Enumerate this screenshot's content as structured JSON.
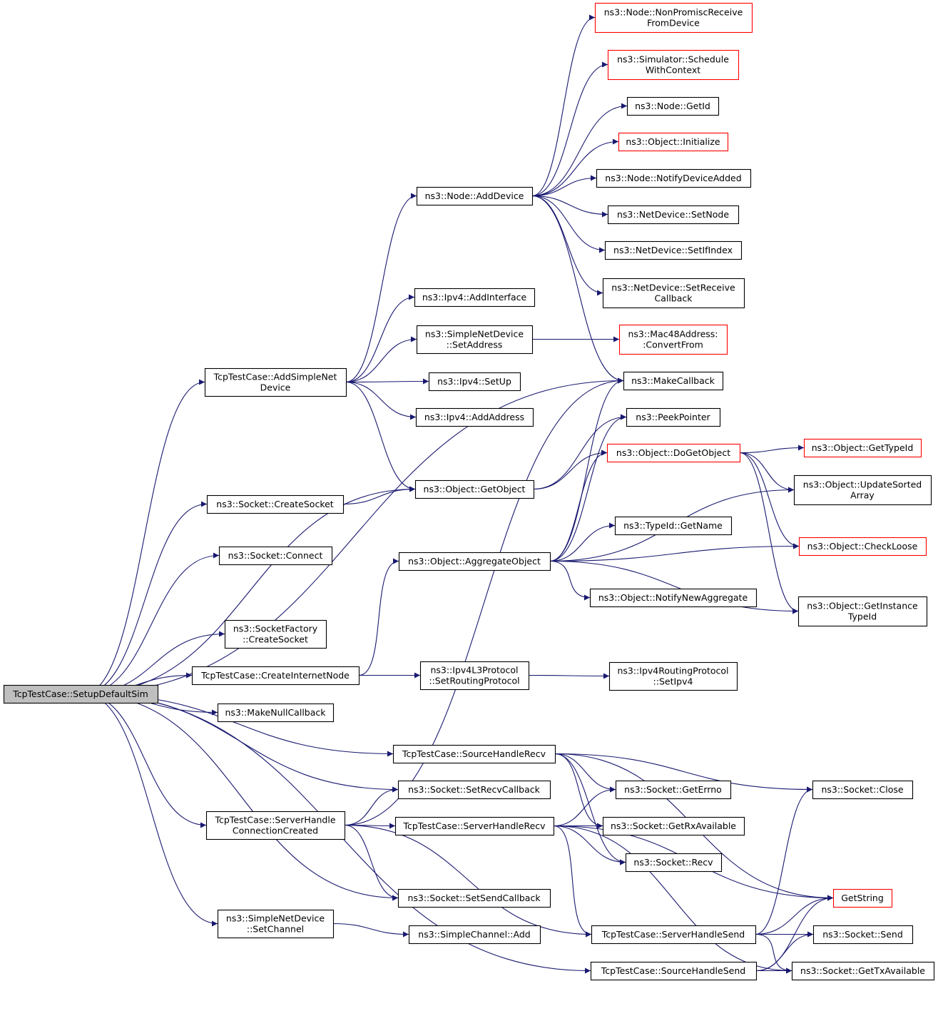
{
  "colors": {
    "edge": "#191970",
    "node_border": "#000000",
    "node_border_truncated": "#ff0000",
    "root_fill": "#bfbfbf"
  },
  "nodes": [
    {
      "id": "root",
      "lines": [
        "TcpTestCase::SetupDefaultSim"
      ],
      "kind": "root"
    },
    {
      "id": "addsimplenetdevice",
      "lines": [
        "TcpTestCase::AddSimpleNet",
        "Device"
      ],
      "kind": "normal"
    },
    {
      "id": "socket-createsocket",
      "lines": [
        "ns3::Socket::CreateSocket"
      ],
      "kind": "normal"
    },
    {
      "id": "socket-connect",
      "lines": [
        "ns3::Socket::Connect"
      ],
      "kind": "normal"
    },
    {
      "id": "socketfactory-createsocket",
      "lines": [
        "ns3::SocketFactory",
        "::CreateSocket"
      ],
      "kind": "normal"
    },
    {
      "id": "createinternetnode",
      "lines": [
        "TcpTestCase::CreateInternetNode"
      ],
      "kind": "normal"
    },
    {
      "id": "makenullcallback",
      "lines": [
        "ns3::MakeNullCallback"
      ],
      "kind": "normal"
    },
    {
      "id": "serverhandleconnectioncreated",
      "lines": [
        "TcpTestCase::ServerHandle",
        "ConnectionCreated"
      ],
      "kind": "normal"
    },
    {
      "id": "simplenetdevice-setchannel",
      "lines": [
        "ns3::SimpleNetDevice",
        "::SetChannel"
      ],
      "kind": "normal"
    },
    {
      "id": "node-adddevice",
      "lines": [
        "ns3::Node::AddDevice"
      ],
      "kind": "normal"
    },
    {
      "id": "ipv4-addinterface",
      "lines": [
        "ns3::Ipv4::AddInterface"
      ],
      "kind": "normal"
    },
    {
      "id": "simplenetdevice-setaddress",
      "lines": [
        "ns3::SimpleNetDevice",
        "::SetAddress"
      ],
      "kind": "normal"
    },
    {
      "id": "ipv4-setup",
      "lines": [
        "ns3::Ipv4::SetUp"
      ],
      "kind": "normal"
    },
    {
      "id": "ipv4-addaddress",
      "lines": [
        "ns3::Ipv4::AddAddress"
      ],
      "kind": "normal"
    },
    {
      "id": "object-getobject",
      "lines": [
        "ns3::Object::GetObject"
      ],
      "kind": "normal"
    },
    {
      "id": "object-aggregateobject",
      "lines": [
        "ns3::Object::AggregateObject"
      ],
      "kind": "normal"
    },
    {
      "id": "ipv4l3protocol-setroutingprotocol",
      "lines": [
        "ns3::Ipv4L3Protocol",
        "::SetRoutingProtocol"
      ],
      "kind": "normal"
    },
    {
      "id": "sourcehandlerecv",
      "lines": [
        "TcpTestCase::SourceHandleRecv"
      ],
      "kind": "normal"
    },
    {
      "id": "socket-setrecvcallback",
      "lines": [
        "ns3::Socket::SetRecvCallback"
      ],
      "kind": "normal"
    },
    {
      "id": "serverhandlerecv",
      "lines": [
        "TcpTestCase::ServerHandleRecv"
      ],
      "kind": "normal"
    },
    {
      "id": "socket-setsendcallback",
      "lines": [
        "ns3::Socket::SetSendCallback"
      ],
      "kind": "normal"
    },
    {
      "id": "simplechannel-add",
      "lines": [
        "ns3::SimpleChannel::Add"
      ],
      "kind": "normal"
    },
    {
      "id": "node-nonpromiscreceivefromdevice",
      "lines": [
        "ns3::Node::NonPromiscReceive",
        "FromDevice"
      ],
      "kind": "truncated"
    },
    {
      "id": "simulator-schedulewithcontext",
      "lines": [
        "ns3::Simulator::Schedule",
        "WithContext"
      ],
      "kind": "truncated"
    },
    {
      "id": "node-getid",
      "lines": [
        "ns3::Node::GetId"
      ],
      "kind": "normal"
    },
    {
      "id": "object-initialize",
      "lines": [
        "ns3::Object::Initialize"
      ],
      "kind": "truncated"
    },
    {
      "id": "node-notifydeviceadded",
      "lines": [
        "ns3::Node::NotifyDeviceAdded"
      ],
      "kind": "normal"
    },
    {
      "id": "netdevice-setnode",
      "lines": [
        "ns3::NetDevice::SetNode"
      ],
      "kind": "normal"
    },
    {
      "id": "netdevice-setifindex",
      "lines": [
        "ns3::NetDevice::SetIfIndex"
      ],
      "kind": "normal"
    },
    {
      "id": "netdevice-setreceivecallback",
      "lines": [
        "ns3::NetDevice::SetReceive",
        "Callback"
      ],
      "kind": "normal"
    },
    {
      "id": "mac48address-convertfrom",
      "lines": [
        "ns3::Mac48Address:",
        ":ConvertFrom"
      ],
      "kind": "truncated"
    },
    {
      "id": "makecallback",
      "lines": [
        "ns3::MakeCallback"
      ],
      "kind": "normal"
    },
    {
      "id": "peekpointer",
      "lines": [
        "ns3::PeekPointer"
      ],
      "kind": "normal"
    },
    {
      "id": "object-dogetobject",
      "lines": [
        "ns3::Object::DoGetObject"
      ],
      "kind": "truncated"
    },
    {
      "id": "typeid-getname",
      "lines": [
        "ns3::TypeId::GetName"
      ],
      "kind": "normal"
    },
    {
      "id": "object-notifynewaggregate",
      "lines": [
        "ns3::Object::NotifyNewAggregate"
      ],
      "kind": "normal"
    },
    {
      "id": "ipv4routingprotocol-setipv4",
      "lines": [
        "ns3::Ipv4RoutingProtocol",
        "::SetIpv4"
      ],
      "kind": "normal"
    },
    {
      "id": "socket-geterrno",
      "lines": [
        "ns3::Socket::GetErrno"
      ],
      "kind": "normal"
    },
    {
      "id": "socket-getrxavailable",
      "lines": [
        "ns3::Socket::GetRxAvailable"
      ],
      "kind": "normal"
    },
    {
      "id": "socket-recv",
      "lines": [
        "ns3::Socket::Recv"
      ],
      "kind": "normal"
    },
    {
      "id": "serverhandlesend",
      "lines": [
        "TcpTestCase::ServerHandleSend"
      ],
      "kind": "normal"
    },
    {
      "id": "sourcehandlesend",
      "lines": [
        "TcpTestCase::SourceHandleSend"
      ],
      "kind": "normal"
    },
    {
      "id": "object-gettypeid",
      "lines": [
        "ns3::Object::GetTypeId"
      ],
      "kind": "truncated"
    },
    {
      "id": "object-updatesortedarray",
      "lines": [
        "ns3::Object::UpdateSorted",
        "Array"
      ],
      "kind": "normal"
    },
    {
      "id": "object-checkloose",
      "lines": [
        "ns3::Object::CheckLoose"
      ],
      "kind": "truncated"
    },
    {
      "id": "object-getinstancetypeid",
      "lines": [
        "ns3::Object::GetInstance",
        "TypeId"
      ],
      "kind": "normal"
    },
    {
      "id": "socket-close",
      "lines": [
        "ns3::Socket::Close"
      ],
      "kind": "normal"
    },
    {
      "id": "getstring",
      "lines": [
        "GetString"
      ],
      "kind": "truncated"
    },
    {
      "id": "socket-send",
      "lines": [
        "ns3::Socket::Send"
      ],
      "kind": "normal"
    },
    {
      "id": "socket-gettxavailable",
      "lines": [
        "ns3::Socket::GetTxAvailable"
      ],
      "kind": "normal"
    }
  ],
  "edges": [
    [
      "root",
      "addsimplenetdevice"
    ],
    [
      "root",
      "makecallback"
    ],
    [
      "root",
      "socket-createsocket"
    ],
    [
      "root",
      "object-getobject"
    ],
    [
      "root",
      "socket-connect"
    ],
    [
      "root",
      "socketfactory-createsocket"
    ],
    [
      "root",
      "createinternetnode"
    ],
    [
      "root",
      "makenullcallback"
    ],
    [
      "root",
      "sourcehandlerecv"
    ],
    [
      "root",
      "socket-setrecvcallback"
    ],
    [
      "root",
      "serverhandleconnectioncreated"
    ],
    [
      "root",
      "socket-setsendcallback"
    ],
    [
      "root",
      "simplenetdevice-setchannel"
    ],
    [
      "root",
      "sourcehandlesend"
    ],
    [
      "addsimplenetdevice",
      "node-adddevice"
    ],
    [
      "addsimplenetdevice",
      "ipv4-addinterface"
    ],
    [
      "addsimplenetdevice",
      "simplenetdevice-setaddress"
    ],
    [
      "addsimplenetdevice",
      "ipv4-setup"
    ],
    [
      "addsimplenetdevice",
      "ipv4-addaddress"
    ],
    [
      "addsimplenetdevice",
      "object-getobject"
    ],
    [
      "node-adddevice",
      "node-nonpromiscreceivefromdevice"
    ],
    [
      "node-adddevice",
      "simulator-schedulewithcontext"
    ],
    [
      "node-adddevice",
      "node-getid"
    ],
    [
      "node-adddevice",
      "object-initialize"
    ],
    [
      "node-adddevice",
      "node-notifydeviceadded"
    ],
    [
      "node-adddevice",
      "netdevice-setnode"
    ],
    [
      "node-adddevice",
      "netdevice-setifindex"
    ],
    [
      "node-adddevice",
      "netdevice-setreceivecallback"
    ],
    [
      "node-adddevice",
      "makecallback"
    ],
    [
      "simplenetdevice-setaddress",
      "mac48address-convertfrom"
    ],
    [
      "socket-createsocket",
      "object-getobject"
    ],
    [
      "object-getobject",
      "peekpointer"
    ],
    [
      "object-getobject",
      "object-dogetobject"
    ],
    [
      "object-dogetobject",
      "object-gettypeid"
    ],
    [
      "object-dogetobject",
      "object-updatesortedarray"
    ],
    [
      "object-dogetobject",
      "object-checkloose"
    ],
    [
      "object-dogetobject",
      "object-getinstancetypeid"
    ],
    [
      "createinternetnode",
      "object-aggregateobject"
    ],
    [
      "createinternetnode",
      "ipv4l3protocol-setroutingprotocol"
    ],
    [
      "ipv4l3protocol-setroutingprotocol",
      "ipv4routingprotocol-setipv4"
    ],
    [
      "object-aggregateobject",
      "makecallback"
    ],
    [
      "object-aggregateobject",
      "peekpointer"
    ],
    [
      "object-aggregateobject",
      "object-dogetobject"
    ],
    [
      "object-aggregateobject",
      "object-updatesortedarray"
    ],
    [
      "object-aggregateobject",
      "typeid-getname"
    ],
    [
      "object-aggregateobject",
      "object-checkloose"
    ],
    [
      "object-aggregateobject",
      "object-notifynewaggregate"
    ],
    [
      "object-aggregateobject",
      "object-getinstancetypeid"
    ],
    [
      "serverhandleconnectioncreated",
      "makecallback"
    ],
    [
      "serverhandleconnectioncreated",
      "socket-setrecvcallback"
    ],
    [
      "serverhandleconnectioncreated",
      "serverhandlerecv"
    ],
    [
      "serverhandleconnectioncreated",
      "socket-setsendcallback"
    ],
    [
      "serverhandleconnectioncreated",
      "serverhandlesend"
    ],
    [
      "sourcehandlerecv",
      "socket-geterrno"
    ],
    [
      "sourcehandlerecv",
      "socket-getrxavailable"
    ],
    [
      "sourcehandlerecv",
      "socket-recv"
    ],
    [
      "sourcehandlerecv",
      "socket-close"
    ],
    [
      "sourcehandlerecv",
      "getstring"
    ],
    [
      "serverhandlerecv",
      "socket-geterrno"
    ],
    [
      "serverhandlerecv",
      "socket-getrxavailable"
    ],
    [
      "serverhandlerecv",
      "socket-recv"
    ],
    [
      "serverhandlerecv",
      "serverhandlesend"
    ],
    [
      "serverhandlerecv",
      "getstring"
    ],
    [
      "serverhandlerecv",
      "socket-gettxavailable"
    ],
    [
      "serverhandlesend",
      "socket-close"
    ],
    [
      "serverhandlesend",
      "getstring"
    ],
    [
      "serverhandlesend",
      "socket-send"
    ],
    [
      "serverhandlesend",
      "socket-gettxavailable"
    ],
    [
      "sourcehandlesend",
      "getstring"
    ],
    [
      "sourcehandlesend",
      "socket-send"
    ],
    [
      "sourcehandlesend",
      "socket-gettxavailable"
    ],
    [
      "simplenetdevice-setchannel",
      "simplechannel-add"
    ]
  ]
}
